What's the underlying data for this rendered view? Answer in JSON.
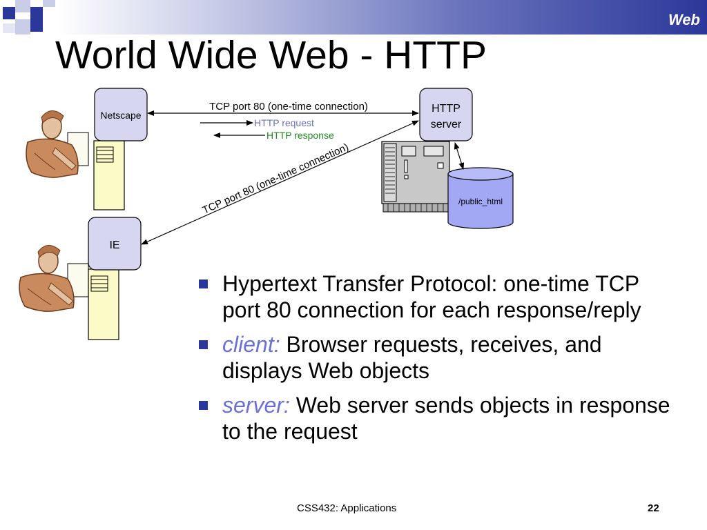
{
  "slide": {
    "section_label": "Web",
    "title": "World Wide Web - HTTP",
    "footer": "CSS432: Applications",
    "page_number": "22"
  },
  "diagram": {
    "client1_label": "Netscape",
    "client2_label": "IE",
    "server_label_line1": "HTTP",
    "server_label_line2": "server",
    "storage_label": "/public_html",
    "top_connection_label": "TCP port 80 (one-time connection)",
    "diagonal_connection_label": "TCP port 80 (one-time connection)",
    "request_label": "HTTP request",
    "response_label": "HTTP response",
    "colors": {
      "box_fill": "#d6d6f0",
      "cylinder_fill": "#a3a8f5",
      "request_color": "#6a6fb8",
      "response_color": "#1c8a1c"
    }
  },
  "bullets": [
    {
      "term": "",
      "text": "Hypertext Transfer Protocol: one-time TCP port 80 connection for each response/reply"
    },
    {
      "term": "client:",
      "text": " Browser requests, receives, and displays Web objects"
    },
    {
      "term": "server:",
      "text": " Web server sends objects in response to the request"
    }
  ]
}
